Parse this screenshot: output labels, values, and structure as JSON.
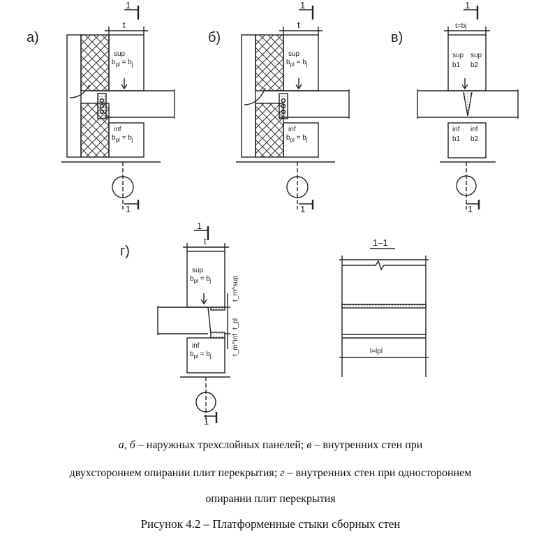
{
  "figure": {
    "panels": {
      "a": {
        "label": "а)",
        "section_mark": "1",
        "thickness": "t",
        "sup_formula": "b_pl^sup = b_j^sup",
        "inf_formula": "b_pl^inf = b_j^inf",
        "bottom_mark": "1"
      },
      "b": {
        "label": "б)",
        "section_mark": "1",
        "thickness": "t",
        "sup_formula": "b_pl^sup = b_j^sup",
        "inf_formula": "b_pl^inf = b_j^inf",
        "bottom_mark": "1"
      },
      "v": {
        "label": "в)",
        "section_mark": "1",
        "thickness": "t=bj",
        "sup_b1": "b1",
        "sup_b2": "b2",
        "inf_b1": "b1",
        "inf_b2": "b2",
        "bottom_mark": "1"
      },
      "g": {
        "label": "г)",
        "section_mark": "1",
        "thickness": "t",
        "sup_formula": "b_pl^sup = b_j^sup",
        "inf_formula": "b_pl^inf = b_j^inf",
        "bottom_mark": "1",
        "t_sup": "t_m^sup",
        "t_pl": "t_pl",
        "t_inf": "t_m^inf"
      },
      "section": {
        "title": "1–1",
        "length": "l=lpl"
      }
    },
    "sup": "sup",
    "inf": "inf"
  },
  "caption": {
    "line1_a": "а, б",
    "line1_text": " – наружных трехслойных панелей; ",
    "line1_v": "в",
    "line1_tail": " – внутренних стен при",
    "line2_head": "двухстороннем опирании плит перекрытия; ",
    "line2_g": "г",
    "line2_tail": " – внутренних стен при одностороннем",
    "line3": "опирании плит перекрытия",
    "title": "Рисунок 4.2 – Платформенные стыки сборных стен"
  }
}
